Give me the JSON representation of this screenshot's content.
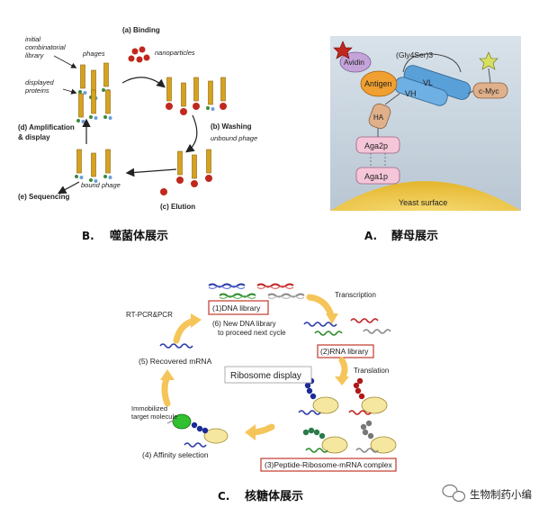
{
  "panel_b": {
    "initial_library_1": "initial",
    "initial_library_2": "combinatorial",
    "initial_library_3": "library",
    "phages": "phages",
    "displayed_1": "displayed",
    "displayed_2": "proteins",
    "binding": "(a) Binding",
    "nanoparticles": "nanoparticles",
    "washing": "(b) Washing",
    "unbound": "unbound phage",
    "elution": "(c) Elution",
    "bound": "bound phage",
    "amplification_1": "(d) Amplification",
    "amplification_2": "& display",
    "sequencing": "(e) Sequencing",
    "caption_letter": "B.",
    "caption_text": "噬菌体展示"
  },
  "panel_a": {
    "avidin": "Avidin",
    "antigen": "Antigen",
    "linker": "(Gly4Ser)3",
    "vl": "VL",
    "vh": "VH",
    "cmyc": "c-Myc",
    "ha": "HA",
    "aga2p": "Aga2p",
    "aga1p": "Aga1p",
    "yeast_surface": "Yeast surface",
    "caption_letter": "A.",
    "caption_text": "酵母展示"
  },
  "panel_c": {
    "dna_library": "(1)DNA library",
    "transcription": "Transcription",
    "rna_library": "(2)RNA library",
    "translation": "Translation",
    "complex": "(3)Peptide-Ribosome-mRNA complex",
    "affinity": "(4) Affinity selection",
    "immobilized_1": "Immobilized",
    "immobilized_2": "target molecule",
    "recovered": "(5) Recovered mRNA",
    "rtpcr": "RT-PCR&PCR",
    "new_lib_1": "(6) New DNA library",
    "new_lib_2": "to proceed next cycle",
    "ribosome_display": "Ribosome display",
    "caption_letter": "C.",
    "caption_text": "核糖体展示"
  },
  "watermark": "生物制药小编",
  "colors": {
    "phage_gold": "#d6a21e",
    "particle_red": "#c0281e",
    "antigen_orange": "#f0a030",
    "antibody_blue": "#5aa0d8",
    "tag_tan": "#e0b08a",
    "aga_pink": "#f4c6d8",
    "yeast_yellow": "#f2d060",
    "panel_a_bg": "#c8d4de",
    "arrow_yellow": "#f5c55a",
    "box_red": "#c0392b"
  },
  "icons": [
    "phage-icon",
    "nanoparticle-icon",
    "avidin-star-icon",
    "ribosome-icon",
    "wechat-icon"
  ]
}
